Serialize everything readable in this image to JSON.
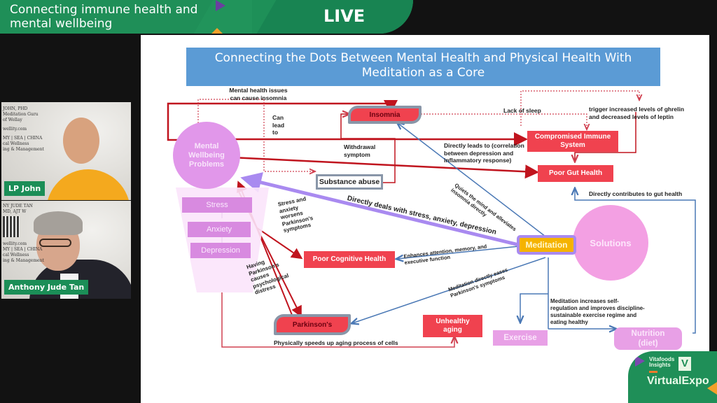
{
  "banner": {
    "title": "Connecting immune health and mental wellbeing",
    "live_label": "LIVE"
  },
  "speakers": [
    {
      "name": "LP John",
      "card_lines": [
        "JOHN, PHD",
        "Meditation Guru",
        "of Wellay",
        "wellity.com",
        "MY | SEA | CHINA",
        "cal Wellness",
        "ing & Management"
      ]
    },
    {
      "name": "Anthony Jude Tan",
      "card_lines": [
        "NY JUDE TAN",
        "MD, AJT W",
        "wellity.com",
        "MY | SEA | CHINA",
        "cal Wellness",
        "ing & Management"
      ]
    }
  ],
  "slide": {
    "title_line1": "Connecting the Dots Between Mental Health and Physical Health With",
    "title_line2": "Meditation as a Core",
    "nodes": {
      "mental_wellbeing": "Mental Wellbeing Problems",
      "stress": "Stress",
      "anxiety": "Anxiety",
      "depression": "Depression",
      "insomnia": "Insomnia",
      "substance_abuse": "Substance abuse",
      "compromised_immune": "Compromised Immune System",
      "poor_gut": "Poor Gut Health",
      "poor_cognitive": "Poor Cognitive Health",
      "parkinsons": "Parkinson's",
      "unhealthy_aging": "Unhealthy aging",
      "meditation": "Meditation",
      "solutions": "Solutions",
      "exercise": "Exercise",
      "nutrition": "Nutrition (diet)"
    },
    "labels": {
      "mental_insomnia": "Mental health issues can cause insomnia",
      "can_lead_to": "Can lead to",
      "withdrawal": "Withdrawal symptom",
      "lack_of_sleep": "Lack of sleep",
      "ghrelin": "trigger increased levels of ghrelin and decreased levels of leptin",
      "directly_leads": "Directly leads to (correlation between depression and inflammatory response)",
      "quiets_mind": "Quiets the mind and alleviates insomnia directly",
      "gut_contrib": "Directly contributes to gut health",
      "deals_stress": "Directly deals with stress, anxiety, depression",
      "stress_parkinson": "Stress and anxiety worsens Parkinson's symptoms",
      "enhances": "Enhances attention, memory, and executive function",
      "having_parkinson": "Having Parkinson's causes psychological distress",
      "eases_parkinson": "Meditation directly eases Parkinson's symptoms",
      "self_regulation": "Meditation increases self-regulation and improves discipline-sustainable exercise regime and eating healthy",
      "aging_cells": "Physically speeds up aging process of cells"
    }
  },
  "logo": {
    "brand_line1": "Vitafoods",
    "brand_line2": "Insights",
    "v_mark": "V",
    "expo": "VirtualExpo"
  },
  "colors": {
    "banner_green": "#1f8f58",
    "title_blue": "#5b9bd5",
    "node_red": "#f0424f",
    "arrow_red": "#c0141e",
    "arrow_blue": "#4a78b5",
    "arrow_purple": "#a98af0",
    "pink": "#e8a0e6",
    "meditation_gold": "#f5b300"
  }
}
